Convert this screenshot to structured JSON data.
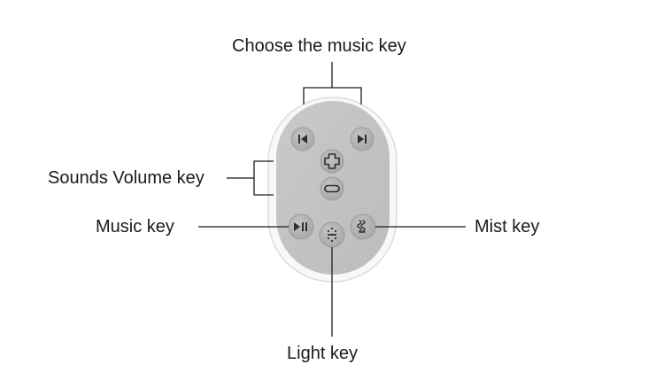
{
  "labels": {
    "choose_music": "Choose the music key",
    "sounds_volume": "Sounds Volume key",
    "music": "Music key",
    "mist": "Mist key",
    "light": "Light key"
  },
  "remote": {
    "body_color": "#c2c2c2",
    "rim_color": "#f7f7f7",
    "button_color": "#b0b0b0",
    "icon_color": "#2e2e2e",
    "buttons": [
      {
        "name": "prev-track-button",
        "icon": "previous-icon"
      },
      {
        "name": "next-track-button",
        "icon": "next-icon"
      },
      {
        "name": "volume-up-button",
        "icon": "plus-icon"
      },
      {
        "name": "volume-down-button",
        "icon": "minus-icon"
      },
      {
        "name": "play-pause-button",
        "icon": "play-pause-icon"
      },
      {
        "name": "light-button",
        "icon": "light-icon"
      },
      {
        "name": "mist-button",
        "icon": "mist-icon"
      }
    ]
  }
}
